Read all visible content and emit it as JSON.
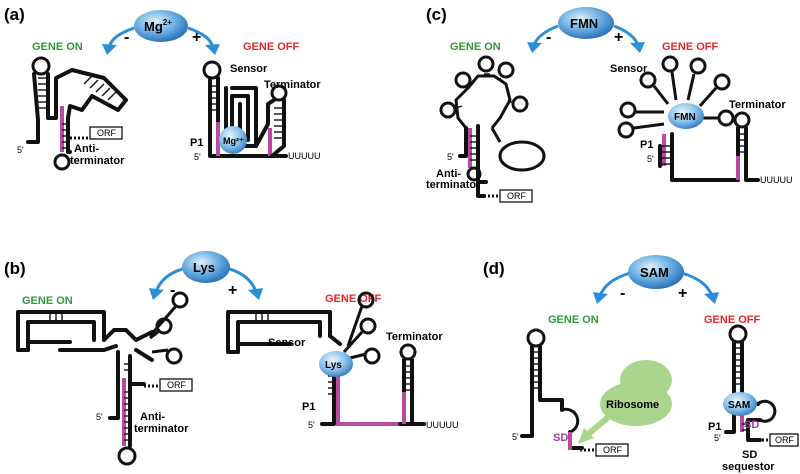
{
  "colors": {
    "gene_on": "#2e9a3a",
    "gene_off": "#e3262a",
    "pairing": "#b84aa4",
    "ligand": "#4a8ed0",
    "ribosome": "#a9d68c",
    "arrow": "#2b8fd6"
  },
  "common": {
    "minus": "-",
    "plus": "+",
    "orf": "ORF",
    "five_prime": "5'",
    "uuuuu": "UUUUU",
    "p1": "P1"
  },
  "panels": {
    "a": {
      "label": "(a)",
      "ligand_base": "Mg",
      "ligand_sup": "2+",
      "bound": "Mg²⁺",
      "gene_on": "GENE ON",
      "gene_off": "GENE OFF",
      "sensor": "Sensor",
      "terminator": "Terminator",
      "anti1": "Anti-",
      "anti2": "terminator"
    },
    "b": {
      "label": "(b)",
      "ligand": "Lys",
      "bound": "Lys",
      "gene_on": "GENE ON",
      "gene_off": "GENE OFF",
      "sensor": "Sensor",
      "terminator": "Terminator",
      "anti1": "Anti-",
      "anti2": "terminator"
    },
    "c": {
      "label": "(c)",
      "ligand": "FMN",
      "bound": "FMN",
      "gene_on": "GENE ON",
      "gene_off": "GENE OFF",
      "sensor": "Sensor",
      "terminator": "Terminator",
      "anti1": "Anti-",
      "anti2": "terminator"
    },
    "d": {
      "label": "(d)",
      "ligand": "SAM",
      "bound": "SAM",
      "gene_on": "GENE ON",
      "gene_off": "GENE OFF",
      "ribosome": "Ribosome",
      "sd": "SD",
      "seq1": "SD",
      "seq2": "sequestor"
    }
  }
}
